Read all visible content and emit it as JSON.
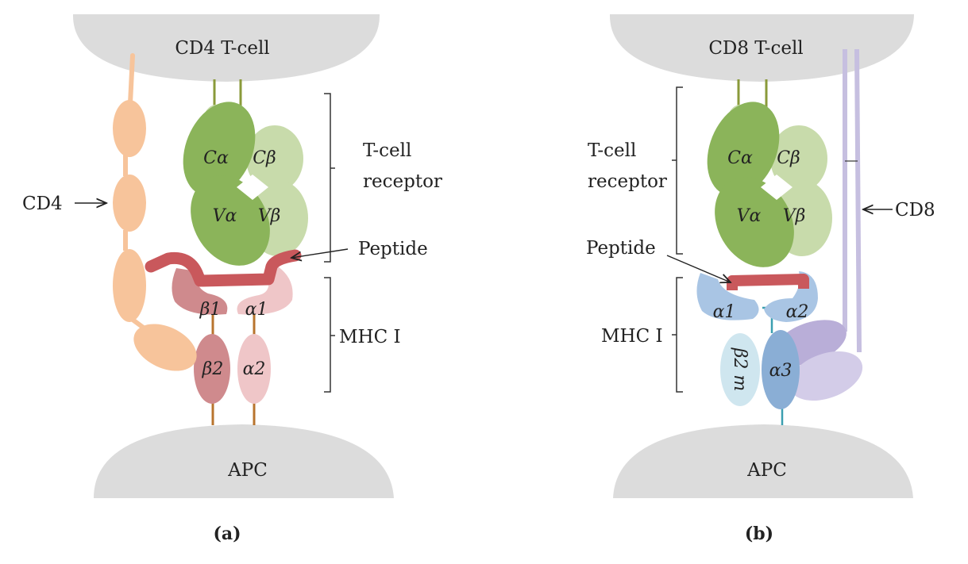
{
  "panel_a": {
    "top_cell": "CD4 T-cell",
    "bottom_cell": "APC",
    "coreceptor_label": "CD4",
    "tcr_label_line1": "T-cell",
    "tcr_label_line2": "receptor",
    "peptide_label": "Peptide",
    "mhc_label": "MHC I",
    "domains": {
      "c_alpha": "Cα",
      "c_beta": "Cβ",
      "v_alpha": "Vα",
      "v_beta": "Vβ",
      "beta1": "β1",
      "alpha1": "α1",
      "beta2": "β2",
      "alpha2": "α2"
    },
    "caption": "(a)"
  },
  "panel_b": {
    "top_cell": "CD8 T-cell",
    "bottom_cell": "APC",
    "coreceptor_label": "CD8",
    "tcr_label_line1": "T-cell",
    "tcr_label_line2": "receptor",
    "peptide_label": "Peptide",
    "mhc_label": "MHC I",
    "domains": {
      "c_alpha": "Cα",
      "c_beta": "Cβ",
      "v_alpha": "Vα",
      "v_beta": "Vβ",
      "alpha1": "α1",
      "alpha2": "α2",
      "beta2m": "β2 m",
      "alpha3": "α3"
    },
    "caption": "(b)"
  },
  "colors": {
    "cell": "#dcdcdc",
    "cd4": "#f7c49b",
    "tcr_dark": "#8bb45a",
    "tcr_light": "#c8dbab",
    "peptide": "#c9585c",
    "mhc_a_dark": "#cf8a8d",
    "mhc_a_light": "#efc6c8",
    "mhc_b_blue": "#a9c5e4",
    "mhc_b_alpha3": "#8aaed5",
    "mhc_b_b2m": "#cfe6ef",
    "cd8": "#c6bfe0"
  }
}
